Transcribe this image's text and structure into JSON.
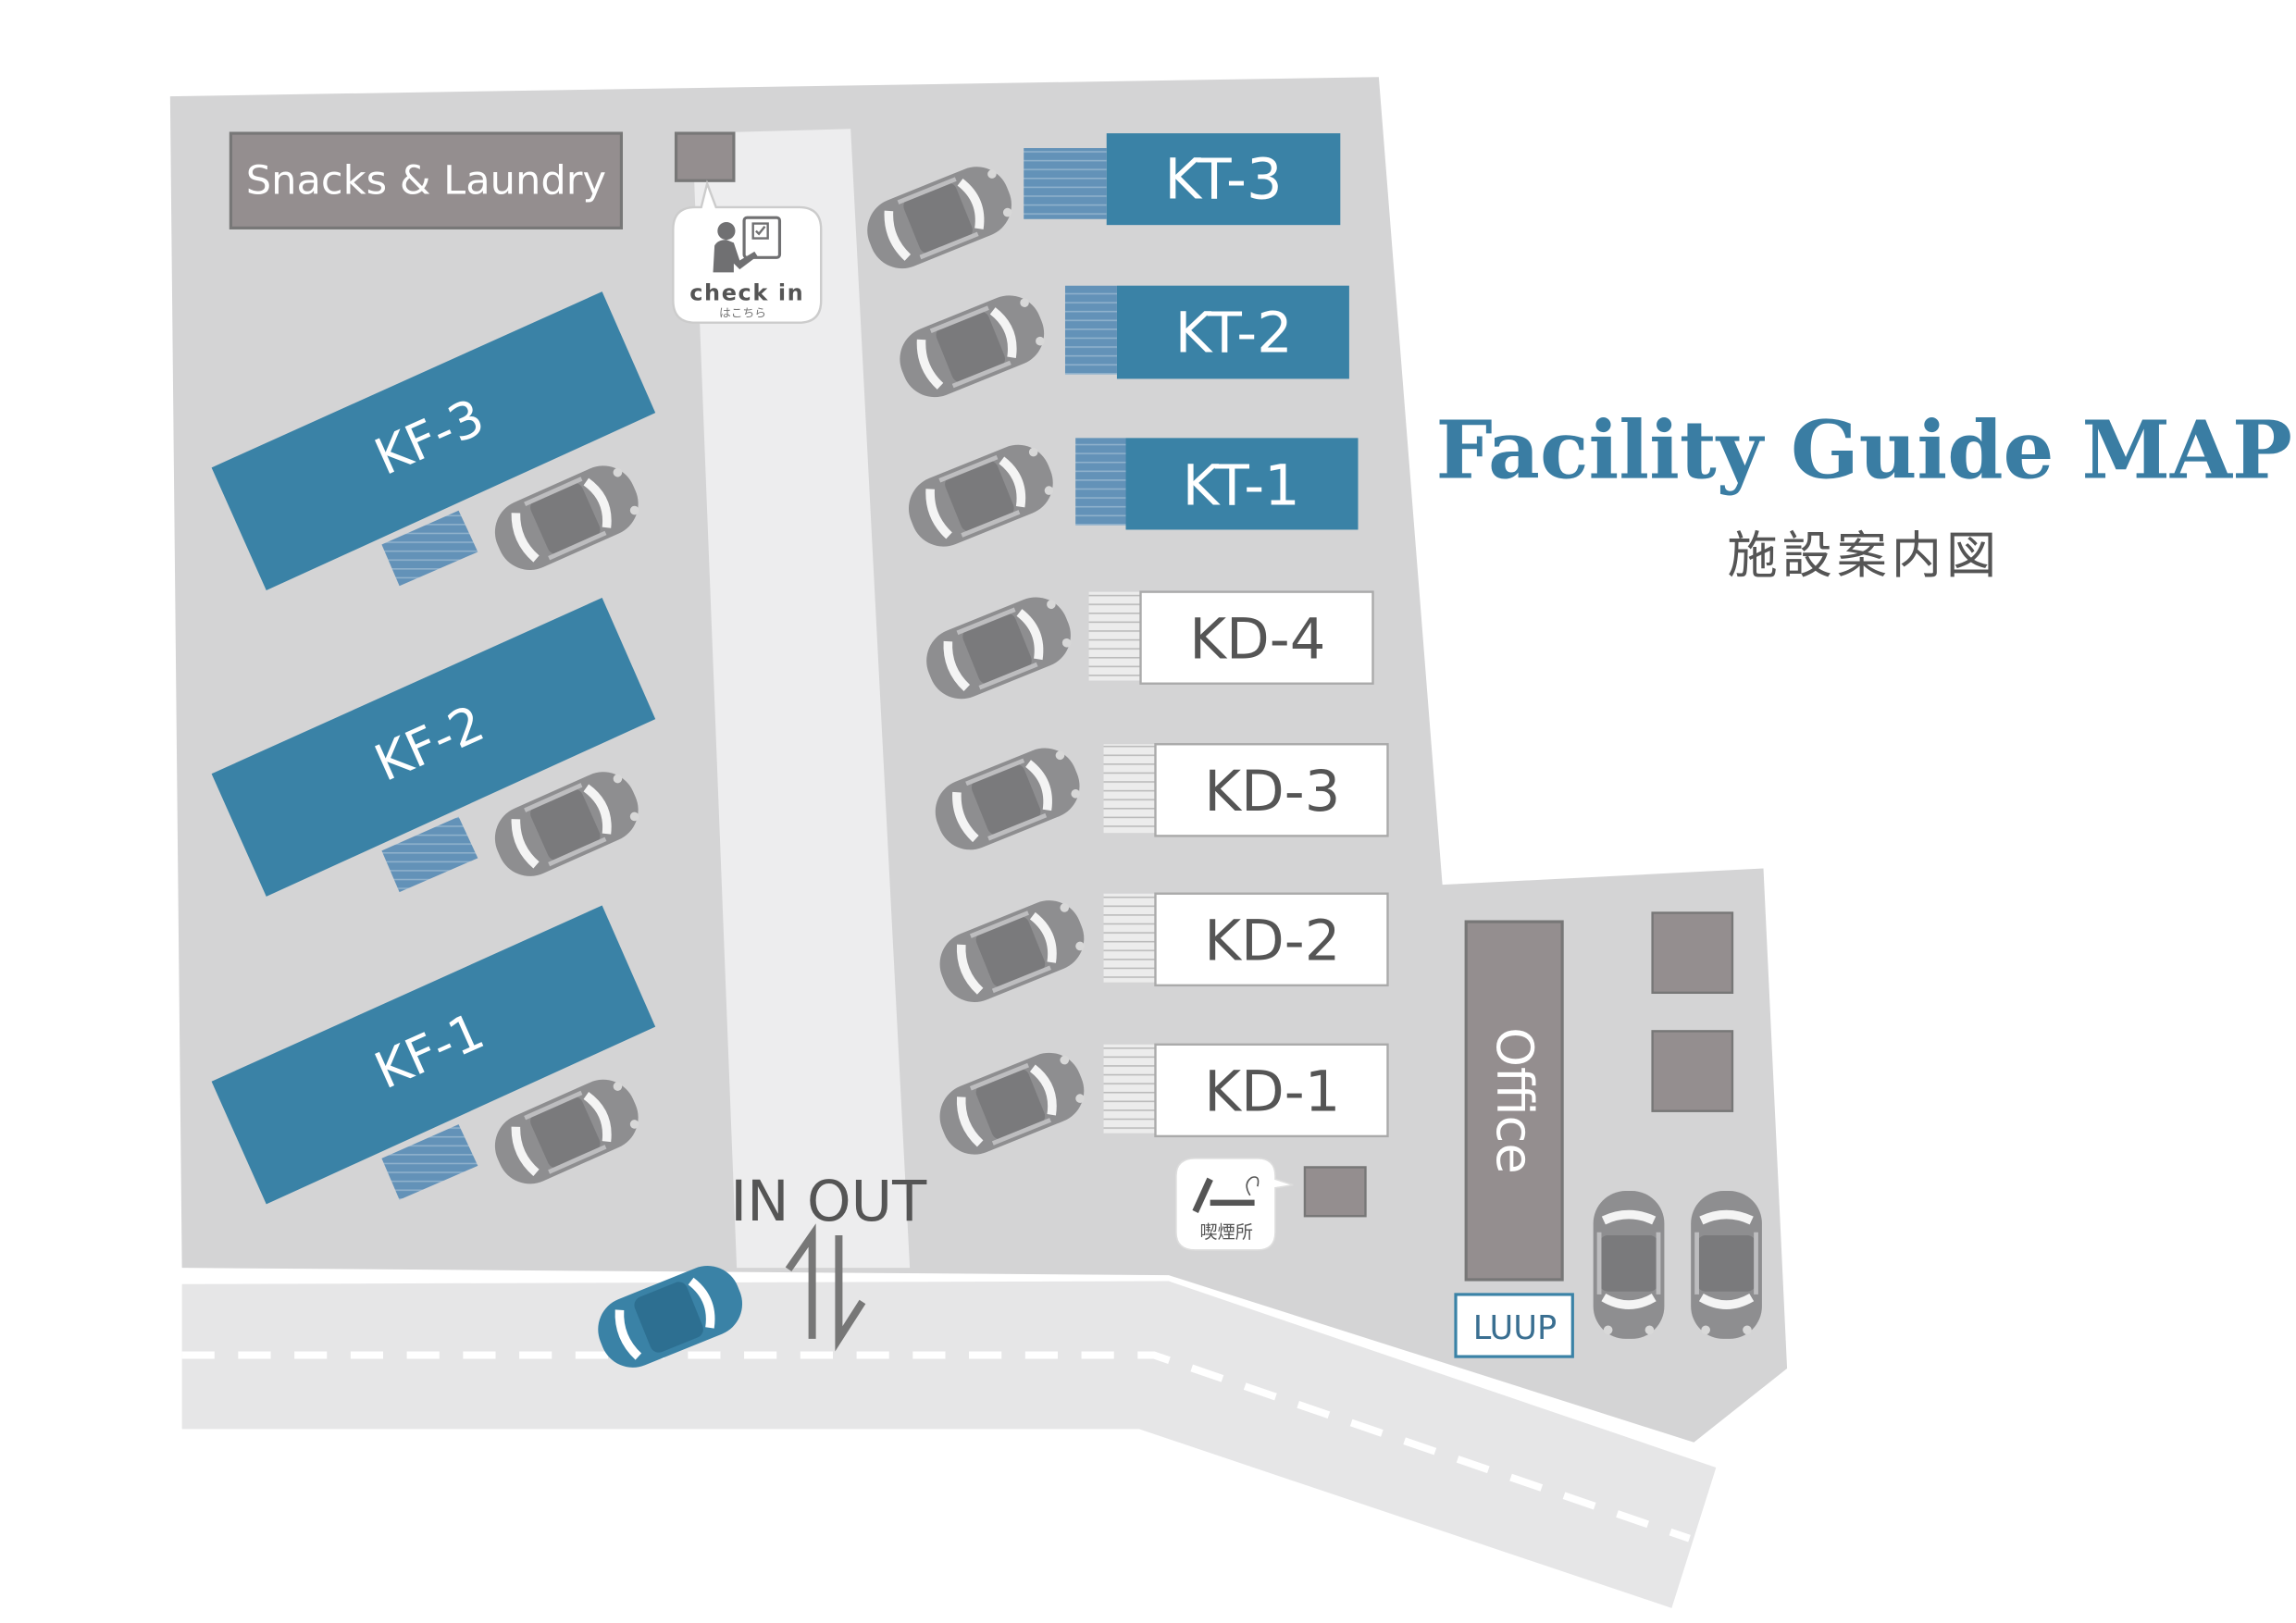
{
  "map": {
    "title": "Facility Guide MAP",
    "subtitle": "施設案内図"
  },
  "facilities": {
    "snacks_laundry": "Snacks & Laundry",
    "office": "Office",
    "luup": "LUUP",
    "entrance": "IN OUT"
  },
  "check_in": {
    "label": "check in",
    "sub": "はこちら"
  },
  "smoking": {
    "label": "喫煙所"
  },
  "sites": {
    "kf": [
      "KF-3",
      "KF-2",
      "KF-1"
    ],
    "kt": [
      "KT-3",
      "KT-2",
      "KT-1"
    ],
    "kd": [
      "KD-4",
      "KD-3",
      "KD-2",
      "KD-1"
    ]
  },
  "colors": {
    "lot": "#d4d4d5",
    "aisle": "#ededee",
    "road": "#e6e6e7",
    "blue": "#3a82a6",
    "blue_light": "#6392b8",
    "building_gray": "#948e8f",
    "car_gray": "#8e8e90",
    "title_blue": "#3a7da3"
  }
}
